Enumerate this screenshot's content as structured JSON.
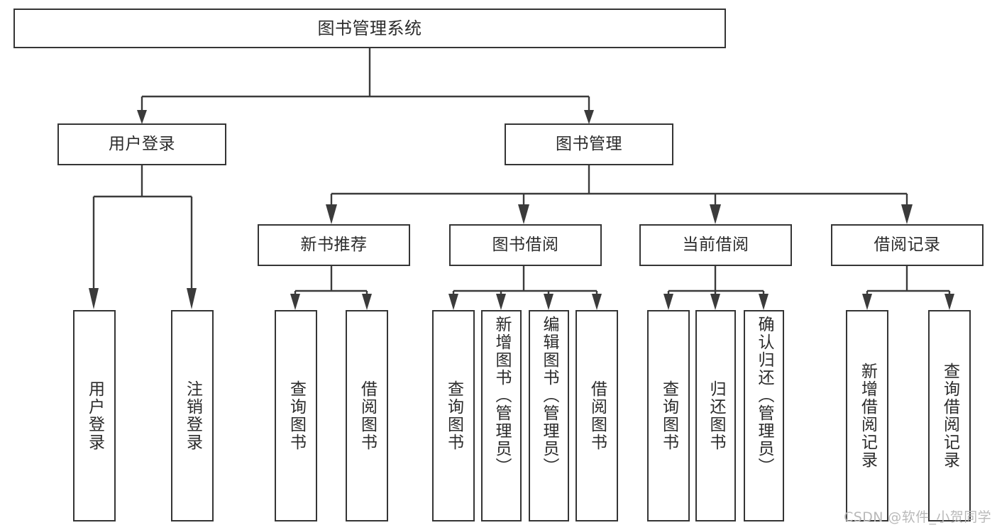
{
  "diagram": {
    "title": "图书管理系统",
    "type": "tree",
    "background_color": "#ffffff",
    "box_border_color": "#353535",
    "connector_color": "#3b3b3b",
    "text_color": "#2b2b2b"
  },
  "nodes": {
    "root": {
      "label": "图书管理系统",
      "level": 0
    },
    "level1": [
      {
        "id": "user-login",
        "label": "用户登录"
      },
      {
        "id": "book-manage",
        "label": "图书管理"
      }
    ],
    "level2": [
      {
        "id": "new-book-recommend",
        "label": "新书推荐",
        "parent": "book-manage"
      },
      {
        "id": "book-borrow",
        "label": "图书借阅",
        "parent": "book-manage"
      },
      {
        "id": "current-borrow",
        "label": "当前借阅",
        "parent": "book-manage"
      },
      {
        "id": "borrow-record",
        "label": "借阅记录",
        "parent": "book-manage"
      }
    ],
    "leaves": [
      {
        "id": "leaf-user-login",
        "label": "用户登录",
        "parent": "user-login"
      },
      {
        "id": "leaf-logout",
        "label": "注销登录",
        "parent": "user-login"
      },
      {
        "id": "leaf-query-book-1",
        "label": "查询图书",
        "parent": "new-book-recommend"
      },
      {
        "id": "leaf-borrow-book-1",
        "label": "借阅图书",
        "parent": "new-book-recommend"
      },
      {
        "id": "leaf-query-book-2",
        "label": "查询图书",
        "parent": "book-borrow"
      },
      {
        "id": "leaf-add-book",
        "label": "新增图书（管理员）",
        "parent": "book-borrow"
      },
      {
        "id": "leaf-edit-book",
        "label": "编辑图书（管理员）",
        "parent": "book-borrow"
      },
      {
        "id": "leaf-borrow-book-2",
        "label": "借阅图书",
        "parent": "book-borrow"
      },
      {
        "id": "leaf-query-book-3",
        "label": "查询图书",
        "parent": "current-borrow"
      },
      {
        "id": "leaf-return-book",
        "label": "归还图书",
        "parent": "current-borrow"
      },
      {
        "id": "leaf-confirm-return",
        "label": "确认归还（管理员）",
        "parent": "current-borrow"
      },
      {
        "id": "leaf-add-record",
        "label": "新增借阅记录",
        "parent": "borrow-record"
      },
      {
        "id": "leaf-query-record",
        "label": "查询借阅记录",
        "parent": "borrow-record"
      }
    ]
  },
  "watermark": {
    "text": "CSDN @软件_小贺同学"
  }
}
